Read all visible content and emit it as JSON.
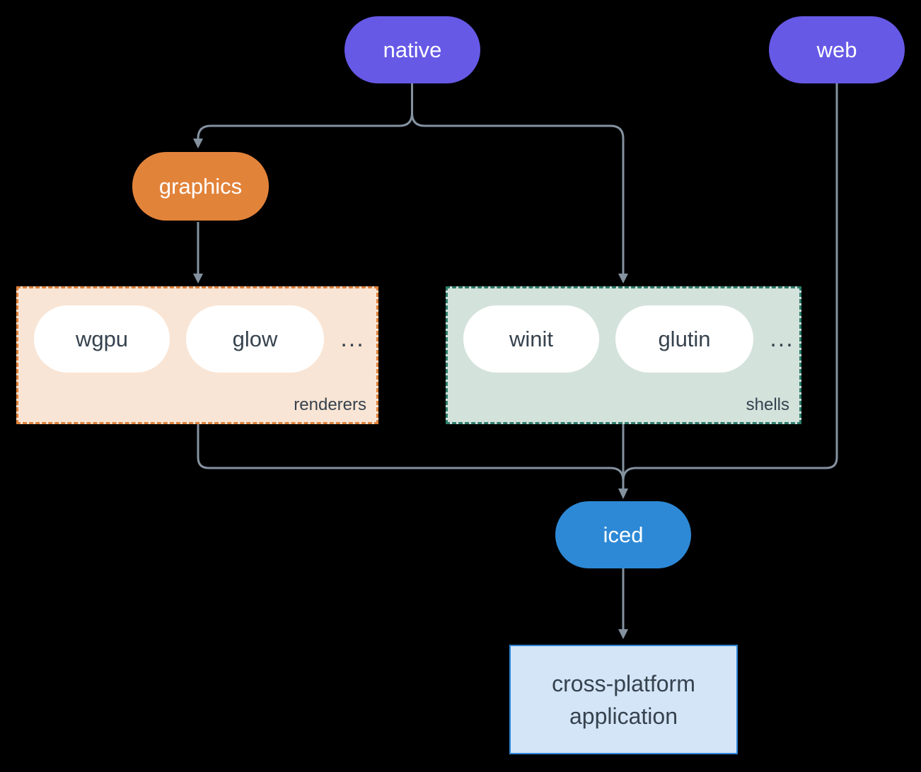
{
  "colors": {
    "background": "#000000",
    "purple": "#6659e6",
    "orange": "#e2833a",
    "blue": "#2d89d6",
    "renderers_bg": "#f9e5d5",
    "renderers_border": "#e0813a",
    "shells_bg": "#d4e2dc",
    "shells_border": "#2e7d6c",
    "app_bg": "#d4e5f7",
    "app_border": "#2e86d8",
    "line": "#8492a0",
    "dark_text": "#36424e",
    "white_text": "#ffffff"
  },
  "nodes": {
    "native": {
      "label": "native"
    },
    "web": {
      "label": "web"
    },
    "graphics": {
      "label": "graphics"
    },
    "iced": {
      "label": "iced"
    },
    "application": {
      "label": "cross-platform application"
    }
  },
  "groups": {
    "renderers": {
      "label": "renderers",
      "items": [
        "wgpu",
        "glow"
      ],
      "more": "..."
    },
    "shells": {
      "label": "shells",
      "items": [
        "winit",
        "glutin"
      ],
      "more": "..."
    }
  }
}
